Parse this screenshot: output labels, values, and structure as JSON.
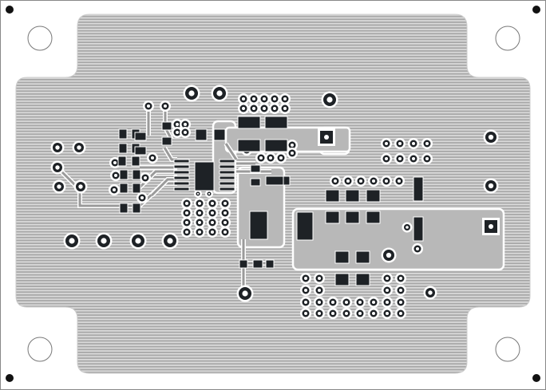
{
  "colors": {
    "background": "#ffffff",
    "copper_fill_base": "#b4b4b4",
    "copper_fill_hatch": "#dcdcdc",
    "pad": "#1e2226",
    "clearance": "#ffffff",
    "trace": "#9a9a9a"
  },
  "icons": {
    "corner_marker": "filled-circle",
    "mounting_hole": "circle-outline",
    "via": "ring"
  }
}
